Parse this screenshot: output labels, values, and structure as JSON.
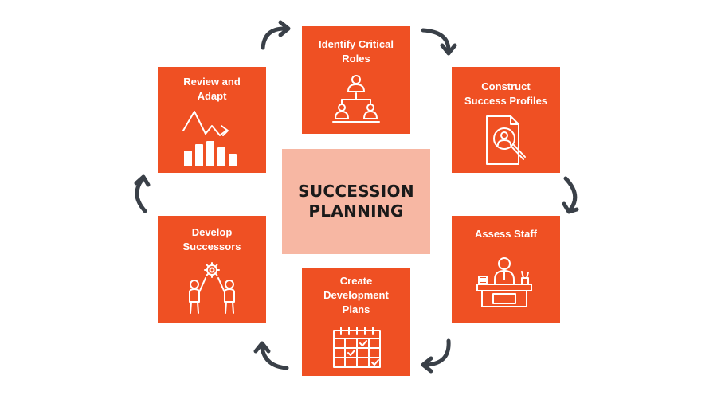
{
  "center": {
    "title": "SUCCESSION\nPLANNING"
  },
  "steps": [
    {
      "label": "Identify Critical\nRoles",
      "icon": "org-chart-icon"
    },
    {
      "label": "Construct\nSuccess Profiles",
      "icon": "profile-search-icon"
    },
    {
      "label": "Assess Staff",
      "icon": "staff-at-desk-icon"
    },
    {
      "label": "Create\nDevelopment\nPlans",
      "icon": "calendar-checklist-icon"
    },
    {
      "label": "Develop\nSuccessors",
      "icon": "collaboration-gear-icon"
    },
    {
      "label": "Review and\nAdapt",
      "icon": "bar-trend-chart-icon"
    }
  ],
  "colors": {
    "box": "#ef5023",
    "center_box": "#f7b7a3",
    "arrow": "#3a4048",
    "text_on_box": "#ffffff",
    "center_text": "#1a1a1a"
  }
}
